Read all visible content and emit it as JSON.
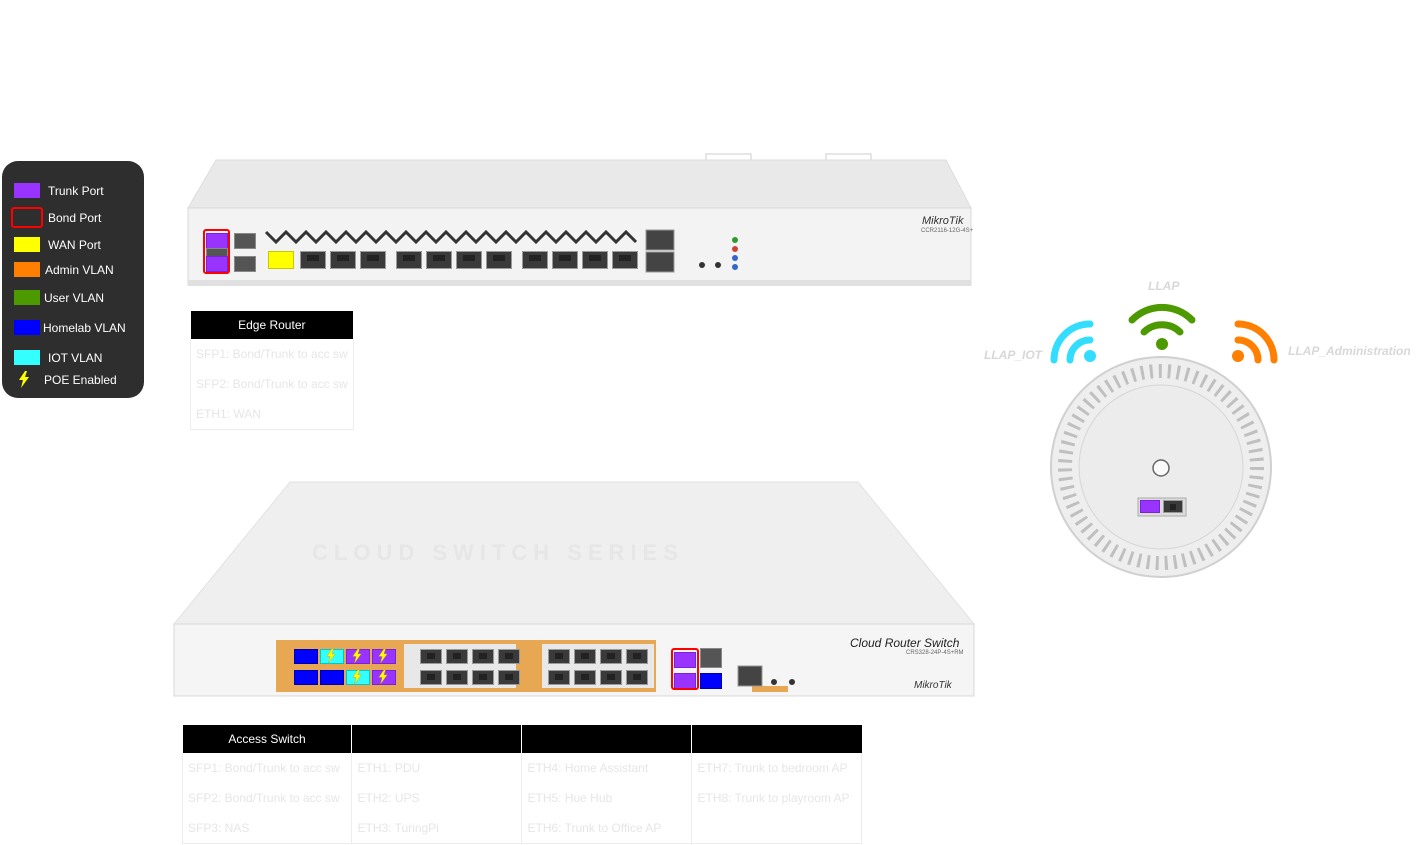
{
  "legend": {
    "items": [
      {
        "label": "Trunk Port",
        "type": "trunk",
        "color": "#9933ff"
      },
      {
        "label": "Bond Port",
        "type": "bond",
        "color": "#ff0000"
      },
      {
        "label": "WAN Port",
        "type": "wan",
        "color": "#ffff00"
      },
      {
        "label": "Admin VLAN",
        "type": "admin",
        "color": "#ff7f00"
      },
      {
        "label": "User VLAN",
        "type": "user",
        "color": "#4c9900"
      },
      {
        "label": "Homelab VLAN",
        "type": "homelab",
        "color": "#0000ff"
      },
      {
        "label": "IOT VLAN",
        "type": "iot",
        "color": "#33ffff"
      },
      {
        "label": "POE Enabled",
        "type": "poe",
        "color": "#ffff00"
      }
    ]
  },
  "router": {
    "brand": "MikroTik",
    "model": "CCR2116-12G-4S+",
    "section_label": "Edge Router",
    "rows": [
      "SFP1: Bond/Trunk to acc sw",
      "SFP2: Bond/Trunk to acc sw",
      "ETH1: WAN"
    ]
  },
  "switch": {
    "brand": "MikroTik",
    "series": "CLOUD SWITCH SERIES",
    "title": "Cloud Router Switch",
    "model": "CRS328-24P-4S+RM",
    "section_label": "Access Switch",
    "columns": [
      [
        "SFP1: Bond/Trunk to acc sw",
        "SFP2: Bond/Trunk to acc sw",
        "SFP3: NAS"
      ],
      [
        "ETH1: PDU",
        "ETH2: UPS",
        "ETH3: TuringPi"
      ],
      [
        "ETH4: Home Assistant",
        "ETH5: Hue Hub",
        "ETH6: Trunk to Office AP"
      ],
      [
        "ETH7: Trunk to bedroom AP",
        "ETH8: Trunk to playroom AP",
        ""
      ]
    ]
  },
  "ap": {
    "ssids": {
      "iot": "LLAP_IOT",
      "main": "LLAP",
      "admin": "LLAP_Administration"
    },
    "colors": {
      "iot": "#33ddff",
      "main": "#4c9900",
      "admin": "#ff7f00"
    }
  }
}
